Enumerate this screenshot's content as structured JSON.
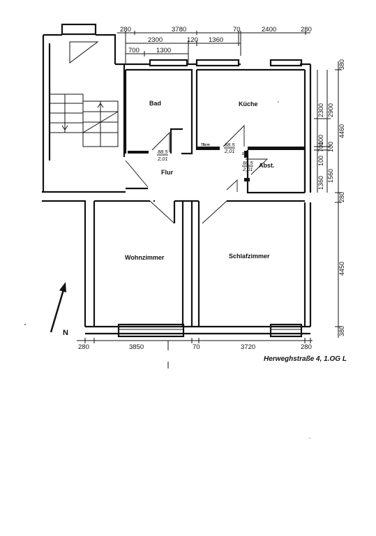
{
  "rooms": {
    "bad": "Bad",
    "kueche": "Küche",
    "flur": "Flur",
    "abst": "Abst.",
    "wohnzimmer": "Wohnzimmer",
    "schlafzimmer": "Schlafzimmer"
  },
  "doors": [
    {
      "width": "88,5",
      "height": "2,01"
    },
    {
      "width": "88,5",
      "height": "2,01"
    },
    {
      "width": "88,5",
      "height": "2,01"
    }
  ],
  "notes": {
    "wall_78cm": "78cm",
    "wall_25": "25"
  },
  "north": "N",
  "top_dimensions": {
    "row1": [
      "280",
      "3780",
      "70",
      "2400",
      "280"
    ],
    "row2": [
      "2300",
      "120",
      "1360"
    ],
    "row3": [
      "700",
      "1300"
    ]
  },
  "bottom_dimensions": [
    "280",
    "3850",
    "70",
    "3720",
    "280"
  ],
  "right_dimensions": {
    "outer": [
      "380",
      "4460",
      "280",
      "4450",
      "380"
    ],
    "inner": [
      "2300",
      "2900",
      "700",
      "100",
      "100",
      "1360",
      "1560",
      "100"
    ]
  },
  "caption": "Herweghstraße 4, 1.OG L"
}
